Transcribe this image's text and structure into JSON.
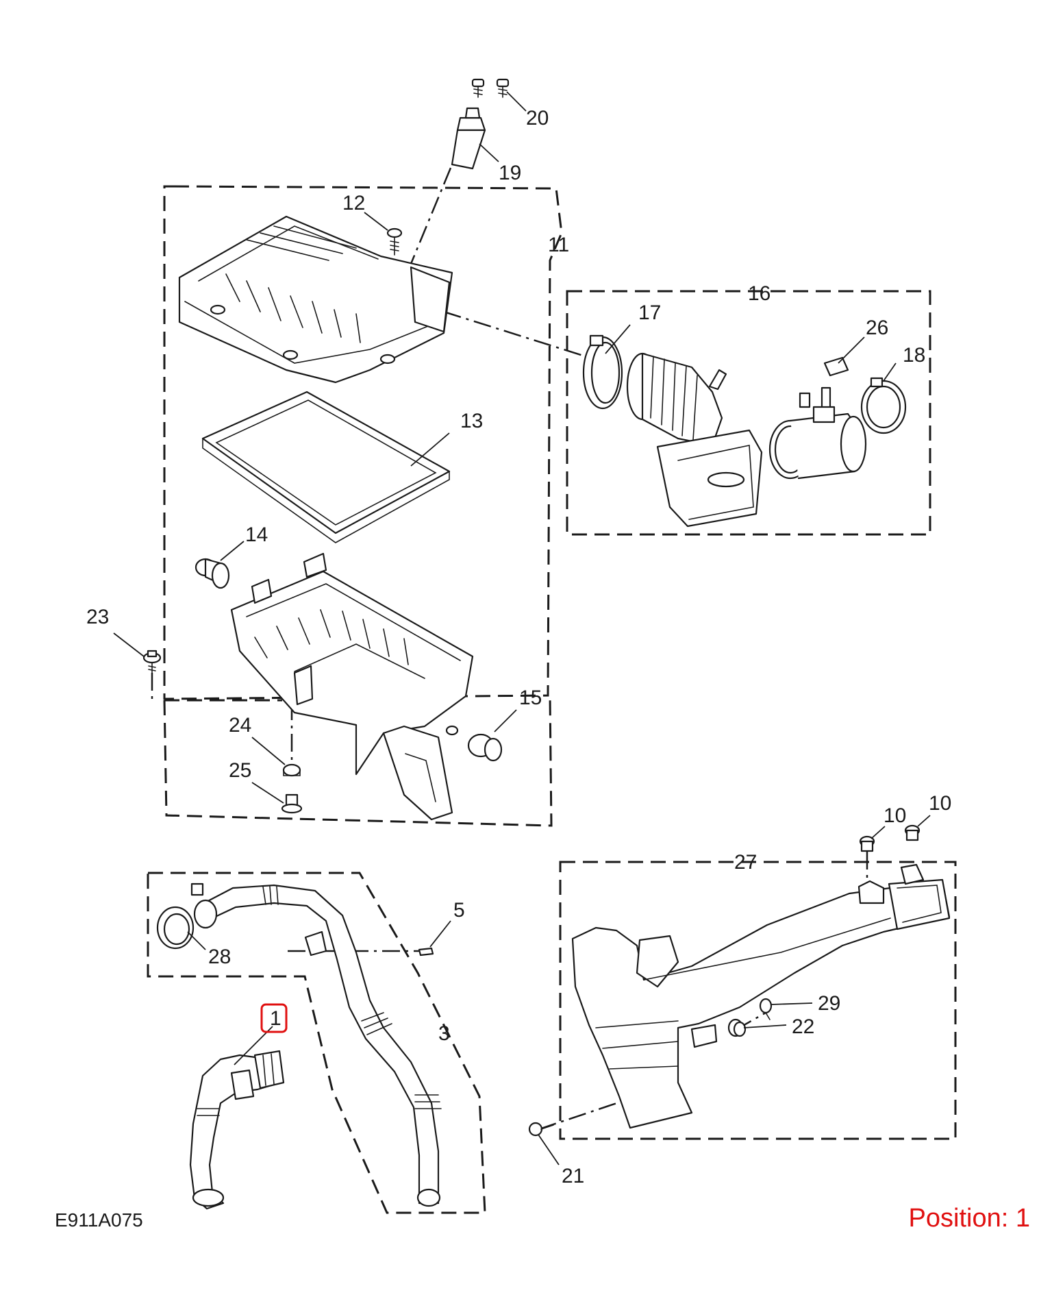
{
  "diagram": {
    "callouts": [
      {
        "id": "20",
        "text": "20"
      },
      {
        "id": "19",
        "text": "19"
      },
      {
        "id": "12",
        "text": "12"
      },
      {
        "id": "11",
        "text": "11"
      },
      {
        "id": "16",
        "text": "16"
      },
      {
        "id": "17",
        "text": "17"
      },
      {
        "id": "26",
        "text": "26"
      },
      {
        "id": "18",
        "text": "18"
      },
      {
        "id": "13",
        "text": "13"
      },
      {
        "id": "14",
        "text": "14"
      },
      {
        "id": "23",
        "text": "23"
      },
      {
        "id": "15",
        "text": "15"
      },
      {
        "id": "24",
        "text": "24"
      },
      {
        "id": "25",
        "text": "25"
      },
      {
        "id": "10a",
        "text": "10"
      },
      {
        "id": "10b",
        "text": "10"
      },
      {
        "id": "27",
        "text": "27"
      },
      {
        "id": "5",
        "text": "5"
      },
      {
        "id": "28",
        "text": "28"
      },
      {
        "id": "29",
        "text": "29"
      },
      {
        "id": "22",
        "text": "22"
      },
      {
        "id": "1",
        "text": "1"
      },
      {
        "id": "3",
        "text": "3"
      },
      {
        "id": "21",
        "text": "21"
      }
    ],
    "highlighted_callout": "1",
    "highlight_color": "#e01010",
    "line_color": "#1a1a1a"
  },
  "footer": {
    "code": "E911A075",
    "position": "Position: 1"
  }
}
